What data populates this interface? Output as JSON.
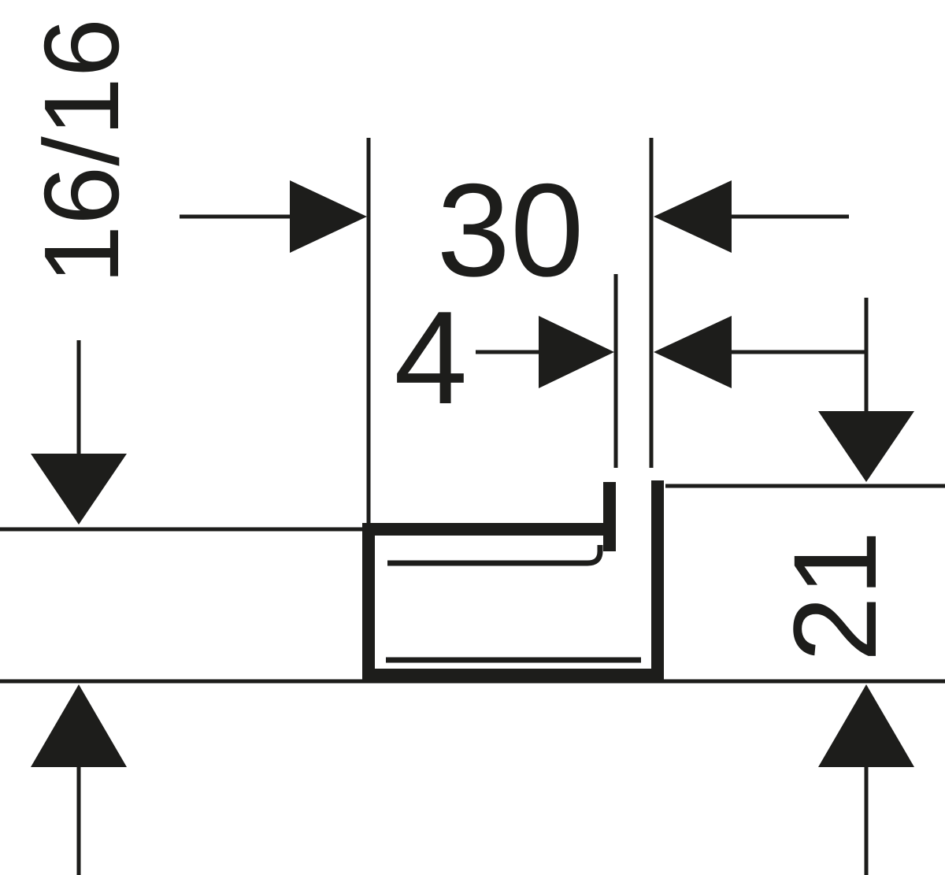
{
  "drawing": {
    "kind": "technical-dimension-drawing",
    "ink_color": "#1d1d1b",
    "background_color": "#ffffff",
    "dimensions": {
      "height_left_label": "16/16",
      "width_label": "30",
      "slot_label": "4",
      "height_right_label": "21"
    }
  }
}
